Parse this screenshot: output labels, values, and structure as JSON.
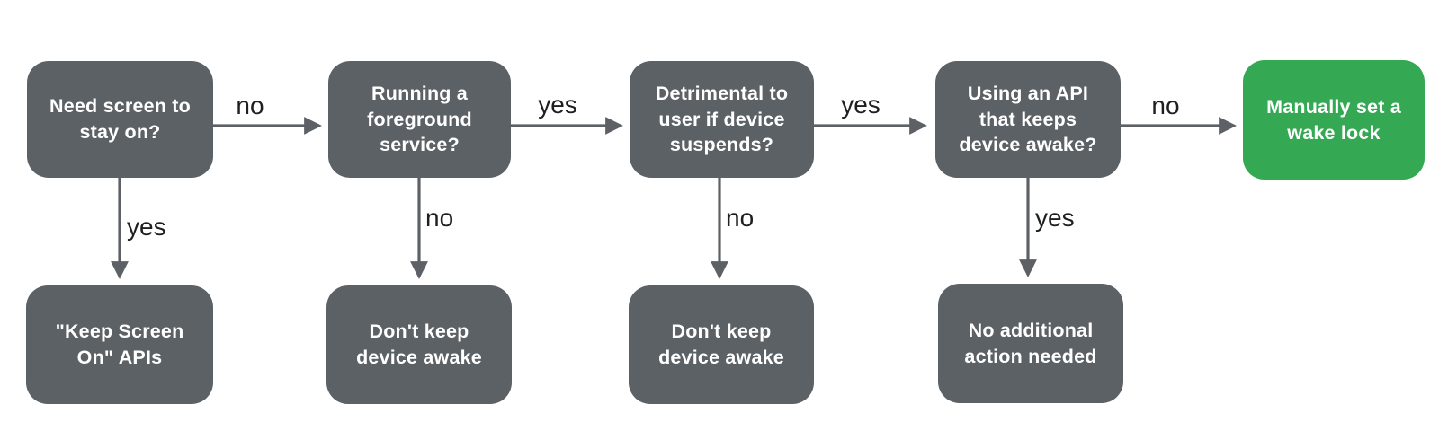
{
  "colors": {
    "background": "#ffffff",
    "node_gray": "#5c6166",
    "node_green": "#34a853",
    "node_text": "#ffffff",
    "arrow": "#5d6166",
    "label_text": "#1f1f1f"
  },
  "nodes": {
    "q_screen": {
      "label": "Need screen to\nstay on?"
    },
    "q_fgs": {
      "label": "Running a\nforeground\nservice?"
    },
    "q_detrimental": {
      "label": "Detrimental to\nuser if device\nsuspends?"
    },
    "q_api": {
      "label": "Using an API\nthat keeps\ndevice awake?"
    },
    "end_wakelock": {
      "label": "Manually set a\nwake lock"
    },
    "end_keep_screen": {
      "label": "\"Keep Screen\nOn\" APIs"
    },
    "end_dont_keep_1": {
      "label": "Don't keep\ndevice awake"
    },
    "end_dont_keep_2": {
      "label": "Don't keep\ndevice awake"
    },
    "end_no_action": {
      "label": "No additional\naction needed"
    }
  },
  "edges": {
    "screen_no": {
      "label": "no"
    },
    "screen_yes": {
      "label": "yes"
    },
    "fgs_yes": {
      "label": "yes"
    },
    "fgs_no": {
      "label": "no"
    },
    "detrimental_yes": {
      "label": "yes"
    },
    "detrimental_no": {
      "label": "no"
    },
    "api_no": {
      "label": "no"
    },
    "api_yes": {
      "label": "yes"
    }
  }
}
